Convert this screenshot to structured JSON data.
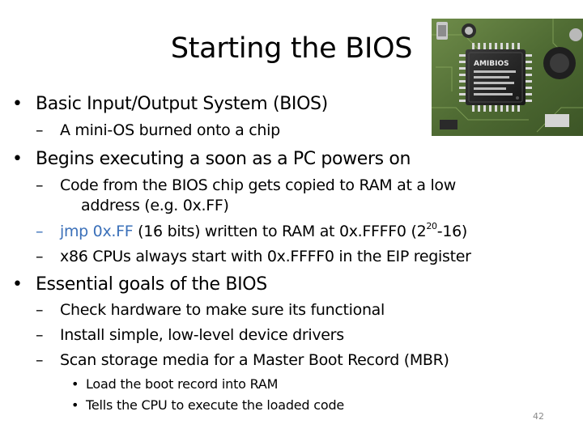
{
  "slide": {
    "title": "Starting the BIOS",
    "page_number": "42",
    "image": {
      "chip_label": "AMIBIOS",
      "icon": "bios-chip-photo"
    },
    "colors": {
      "highlight": "#3b70b9"
    },
    "bullets": [
      {
        "text": "Basic Input/Output System (BIOS)",
        "children": [
          {
            "text": "A mini-OS burned onto a chip"
          }
        ]
      },
      {
        "text": "Begins executing a soon as a PC powers on",
        "children": [
          {
            "line1": "Code from the BIOS chip gets copied to RAM at a low",
            "line2": "address (e.g. 0x.FF)"
          },
          {
            "highlight": "jmp 0x.FF",
            "text_before_sup": " (16 bits) written to RAM at 0x.FFFF0 (2",
            "sup": "20",
            "text_after_sup": "-16)"
          },
          {
            "text": "x86 CPUs always start with 0x.FFFF0 in the EIP register"
          }
        ]
      },
      {
        "text": "Essential goals of the BIOS",
        "children": [
          {
            "text": "Check hardware to make sure its functional"
          },
          {
            "text": "Install simple, low-level device drivers"
          },
          {
            "text": "Scan storage media for a Master Boot Record (MBR)",
            "children": [
              {
                "text": "Load the boot record into RAM"
              },
              {
                "text": "Tells the CPU to execute the loaded code"
              }
            ]
          }
        ]
      }
    ],
    "markers": {
      "level1": "•",
      "level2": "–",
      "level3": "•"
    }
  }
}
